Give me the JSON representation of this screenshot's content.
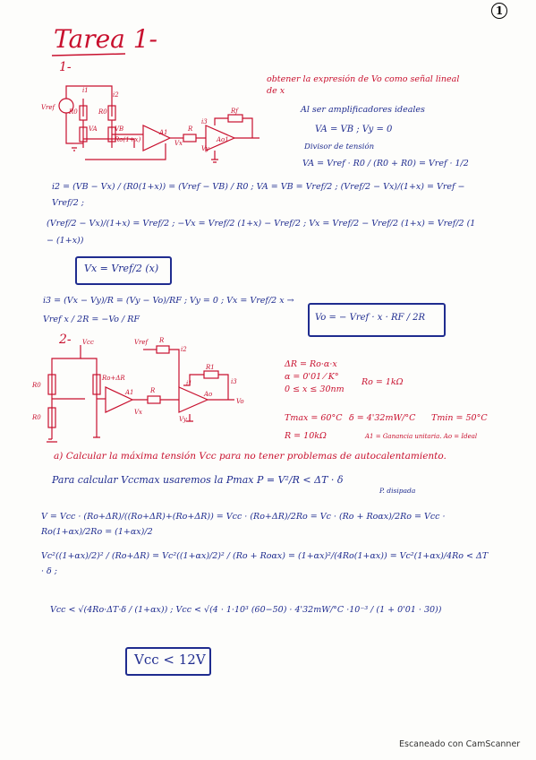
{
  "page_number": "1",
  "title": "Tarea 1-",
  "part1": {
    "number": "1-",
    "objective": "obtener la expresión de Vo como señal lineal de x",
    "circuit_labels": {
      "vref": "Vref",
      "i1": "i1",
      "i2": "i2",
      "i3": "i3",
      "r0_top": "R0",
      "r0_a": "R0",
      "ro1x": "Ro(1+x)",
      "va": "VA",
      "vb": "VB",
      "vx": "Vx",
      "vy": "Vy",
      "r": "R",
      "rf": "Rf",
      "ao1": "Ao1",
      "a1": "A1"
    },
    "note_ideal": "Al ser amplificadores ideales",
    "eq_ideal": "VA = VB   ;   Vy = 0",
    "note_divider": "Divisor de tensión",
    "eq_va": "VA = Vref · R0 / (R0 + R0) = Vref · 1/2",
    "eq_i2": "i2 = (VB − Vx) / (R0(1+x)) = (Vref − VB) / R0   ;   VA = VB = Vref/2   ;   (Vref/2 − Vx)/(1+x) = Vref − Vref/2   ;",
    "eq_vx_steps": "(Vref/2 − Vx)/(1+x) = Vref/2   ;   −Vx = Vref/2 (1+x) − Vref/2   ;   Vx = Vref/2 − Vref/2 (1+x) = Vref/2 (1 − (1+x))",
    "result_vx": "Vx = Vref/2 (x)",
    "eq_i3": "i3 = (Vx − Vy)/R = (Vy − Vo)/RF   ;   Vy = 0   ;   Vx = Vref/2 x  →  Vref x / 2R = −Vo / RF",
    "result_vo": "Vo = − Vref · x · RF / 2R"
  },
  "part2": {
    "number": "2-",
    "circuit_labels": {
      "vcc": "Vcc",
      "vref": "Vref",
      "r": "R",
      "i2": "i2",
      "i1": "i1",
      "i3": "i3",
      "r0_left": "R0",
      "r0_lower": "R0",
      "r0dr": "Ro+ΔR",
      "a1": "A1",
      "ao": "Ao",
      "vo": "Vo",
      "vx": "Vx",
      "vy": "Vy",
      "ri": "R1"
    },
    "given": [
      "ΔR = Ro·α·x",
      "α = 0'01 ⁄ K°",
      "0 ≤ x ≤ 30nm",
      "Ro = 1kΩ",
      "Tmax = 60°C",
      "δ = 4'32mW/°C",
      "Tmin = 50°C",
      "R = 10kΩ",
      "A1 = Ganancia unitaria. Ao = Ideal"
    ],
    "question_a": "a) Calcular la máxima tensión Vcc para no tener problemas de autocalentamiento.",
    "line_calc": "Para calcular Vccmax usaremos la Pmax   P = V²/R < ΔT · δ",
    "note_p": "P. disipada",
    "eq_v": "V = Vcc · (Ro+ΔR)/((Ro+ΔR)+(Ro+ΔR)) = Vcc · (Ro+ΔR)/2Ro = Vc · (Ro + Roαx)/2Ro = Vcc · Ro(1+αx)/2Ro = (1+αx)/2",
    "eq_p": "Vc²((1+αx)/2)² / (Ro+ΔR) = Vc²((1+αx)/2)² / (Ro + Roαx) = (1+αx)²/(4Ro(1+αx)) = Vc²(1+αx)/4Ro < ΔT · δ ;",
    "eq_vcc": "Vcc < √(4Ro·ΔT·δ / (1+αx))   ;   Vcc < √(4 · 1·10³ (60−50) · 4'32mW/°C ·10⁻³ / (1 + 0'01 · 30))",
    "result_vcc": "Vcc < 12V"
  },
  "footer": "Escaneado con CamScanner"
}
